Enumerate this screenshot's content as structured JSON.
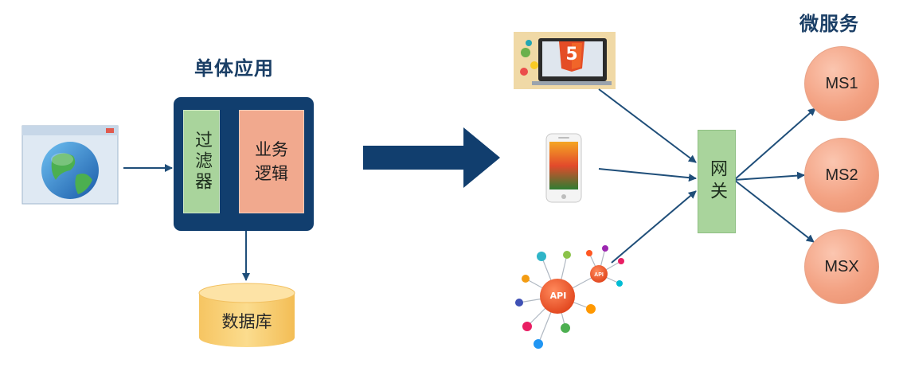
{
  "monolith": {
    "title": "单体应用",
    "filter_label": "过滤器",
    "business_label": "业务逻辑",
    "database_label": "数据库"
  },
  "microservices": {
    "title": "微服务",
    "gateway_label": "网关",
    "services": [
      "MS1",
      "MS2",
      "MSX"
    ]
  },
  "clients": {
    "html5_text": "5",
    "api_text": "API"
  },
  "colors": {
    "navy": "#113e6e",
    "filter_green": "#a9d49c",
    "business_orange": "#f1a98e",
    "db_yellow": "#f7c96b",
    "ms_orange": "#f3a283",
    "arrow": "#1f4e79"
  }
}
